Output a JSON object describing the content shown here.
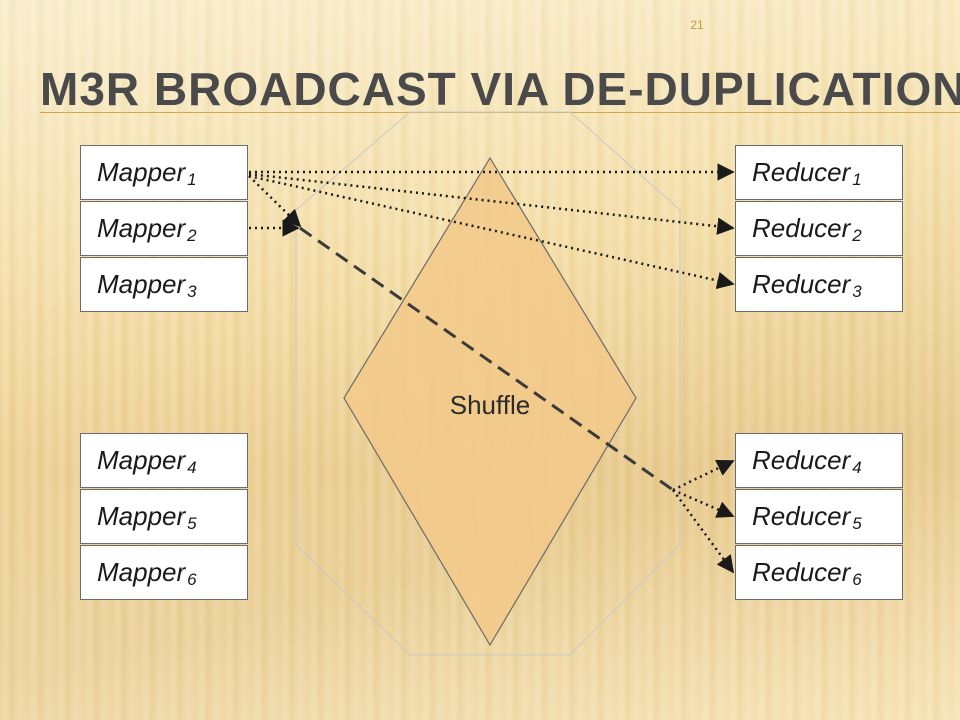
{
  "slide": {
    "number": "21",
    "title": "M3R Broadcast via De-duplication"
  },
  "mappers": [
    {
      "label": "Mapper",
      "sub": "1"
    },
    {
      "label": "Mapper",
      "sub": "2"
    },
    {
      "label": "Mapper",
      "sub": "3"
    },
    {
      "label": "Mapper",
      "sub": "4"
    },
    {
      "label": "Mapper",
      "sub": "5"
    },
    {
      "label": "Mapper",
      "sub": "6"
    }
  ],
  "reducers": [
    {
      "label": "Reducer",
      "sub": "1"
    },
    {
      "label": "Reducer",
      "sub": "2"
    },
    {
      "label": "Reducer",
      "sub": "3"
    },
    {
      "label": "Reducer",
      "sub": "4"
    },
    {
      "label": "Reducer",
      "sub": "5"
    },
    {
      "label": "Reducer",
      "sub": "6"
    }
  ],
  "shuffle": {
    "label": "Shuffle"
  },
  "colors": {
    "shuffle_fill": "#f2c98a",
    "title_rule": "#d7a64a",
    "title_text": "#4a4a4a",
    "arrow": "#1a1a1a",
    "frame": "#c8c8c8"
  }
}
